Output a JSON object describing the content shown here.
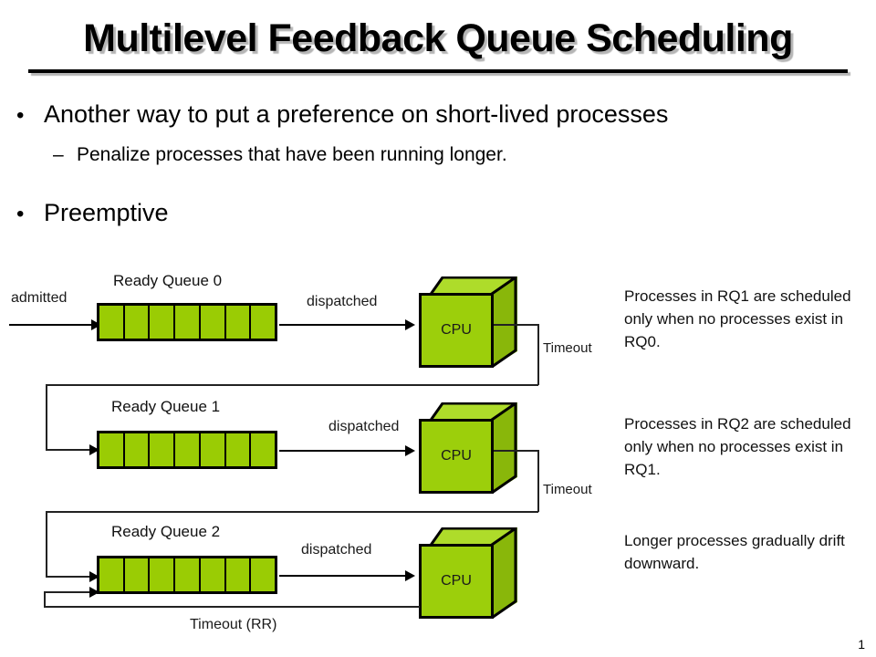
{
  "slide": {
    "title": "Multilevel Feedback Queue Scheduling",
    "page_number": "1",
    "background_color": "#ffffff"
  },
  "bullets": [
    {
      "level": 1,
      "marker": "•",
      "text": "Another way to put a preference on short-lived processes"
    },
    {
      "level": 2,
      "marker": "–",
      "text": "Penalize processes that have been running longer."
    },
    {
      "level": 1,
      "marker": "•",
      "text": "Preemptive"
    }
  ],
  "diagram": {
    "colors": {
      "queue_cell": "#9ACC04",
      "cpu_front": "#9CCF0B",
      "cpu_top": "#AEDC2A",
      "cpu_side": "#89B70A",
      "outline": "#000000"
    },
    "admitted_label": "admitted",
    "rr_timeout_label": "Timeout (RR)",
    "rows": [
      {
        "queue_label": "Ready  Queue 0",
        "cell_count": 7,
        "dispatched_label": "dispatched",
        "cpu_label": "CPU",
        "timeout_label": "Timeout",
        "note": "Processes in RQ1 are scheduled only when no processes exist in RQ0."
      },
      {
        "queue_label": "Ready  Queue 1",
        "cell_count": 7,
        "dispatched_label": "dispatched",
        "cpu_label": "CPU",
        "timeout_label": "Timeout",
        "note": "Processes in RQ2 are scheduled only when no processes exist in RQ1."
      },
      {
        "queue_label": "Ready  Queue 2",
        "cell_count": 7,
        "dispatched_label": "dispatched",
        "cpu_label": "CPU",
        "timeout_label": "",
        "note": "Longer processes gradually drift downward."
      }
    ]
  }
}
